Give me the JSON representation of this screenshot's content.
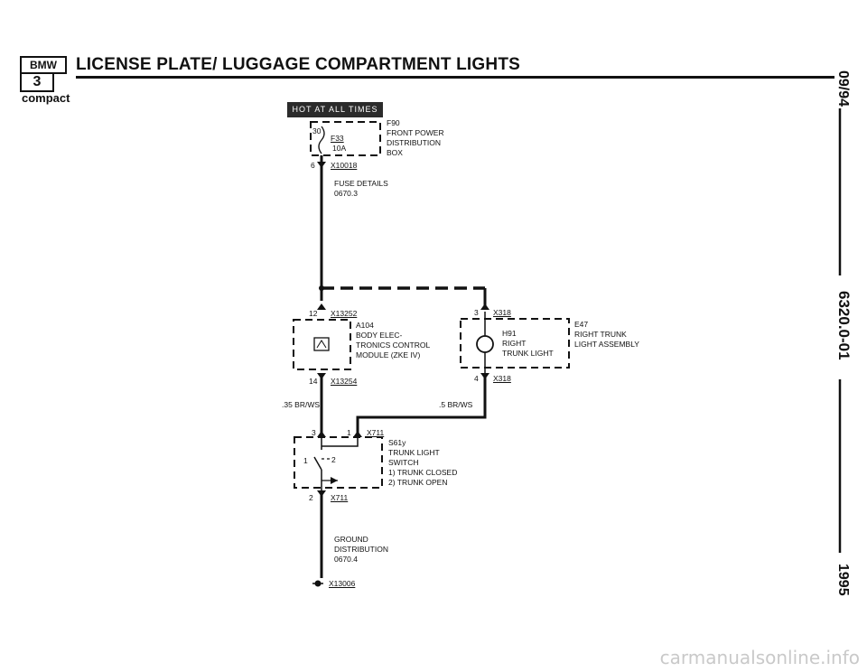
{
  "header": {
    "title": "LICENSE PLATE/ LUGGAGE COMPARTMENT LIGHTS",
    "logo_text": "BMW",
    "series": "3",
    "model": "compact"
  },
  "sidebar": {
    "date": "09/94",
    "doc_number": "6320.0-01",
    "year": "1995"
  },
  "hot_label": "HOT AT ALL TIMES",
  "fuse_box": {
    "pin": "30",
    "fuse": "F33",
    "rating": "10A",
    "id": "F90",
    "name_lines": [
      "FRONT POWER",
      "DISTRIBUTION",
      "BOX"
    ]
  },
  "connector_x10018": {
    "pin": "6",
    "id": "X10018"
  },
  "fuse_details": {
    "lines": [
      "FUSE DETAILS",
      "0670.3"
    ]
  },
  "module_a104": {
    "pin_in": "12",
    "conn_in": "X13252",
    "id": "A104",
    "name_lines": [
      "BODY ELEC-",
      "TRONICS CONTROL",
      "MODULE (ZKE IV)"
    ],
    "pin_out": "14",
    "conn_out": "X13254"
  },
  "light_e47": {
    "pin_in": "3",
    "conn_in": "X318",
    "id": "E47",
    "name_lines": [
      "RIGHT TRUNK",
      "LIGHT ASSEMBLY"
    ],
    "bulb_id": "H91",
    "bulb_lines": [
      "RIGHT",
      "TRUNK LIGHT"
    ],
    "pin_out": "4",
    "conn_out": "X318"
  },
  "wire_left": ".35 BR/WS",
  "wire_right": ".5 BR/WS",
  "switch_s61y": {
    "pin_a": "3",
    "pin_b": "1",
    "conn_top": "X711",
    "id": "S61y",
    "name_lines": [
      "TRUNK LIGHT",
      "SWITCH"
    ],
    "states": [
      "1)  TRUNK CLOSED",
      "2)  TRUNK OPEN"
    ],
    "contact_1": "1",
    "contact_2": "2",
    "pin_out": "2",
    "conn_out": "X711"
  },
  "ground": {
    "lines": [
      "GROUND",
      "DISTRIBUTION",
      "0670.4"
    ],
    "id": "X13006"
  },
  "footer": {
    "watermark": "carmanualsonline.info"
  }
}
